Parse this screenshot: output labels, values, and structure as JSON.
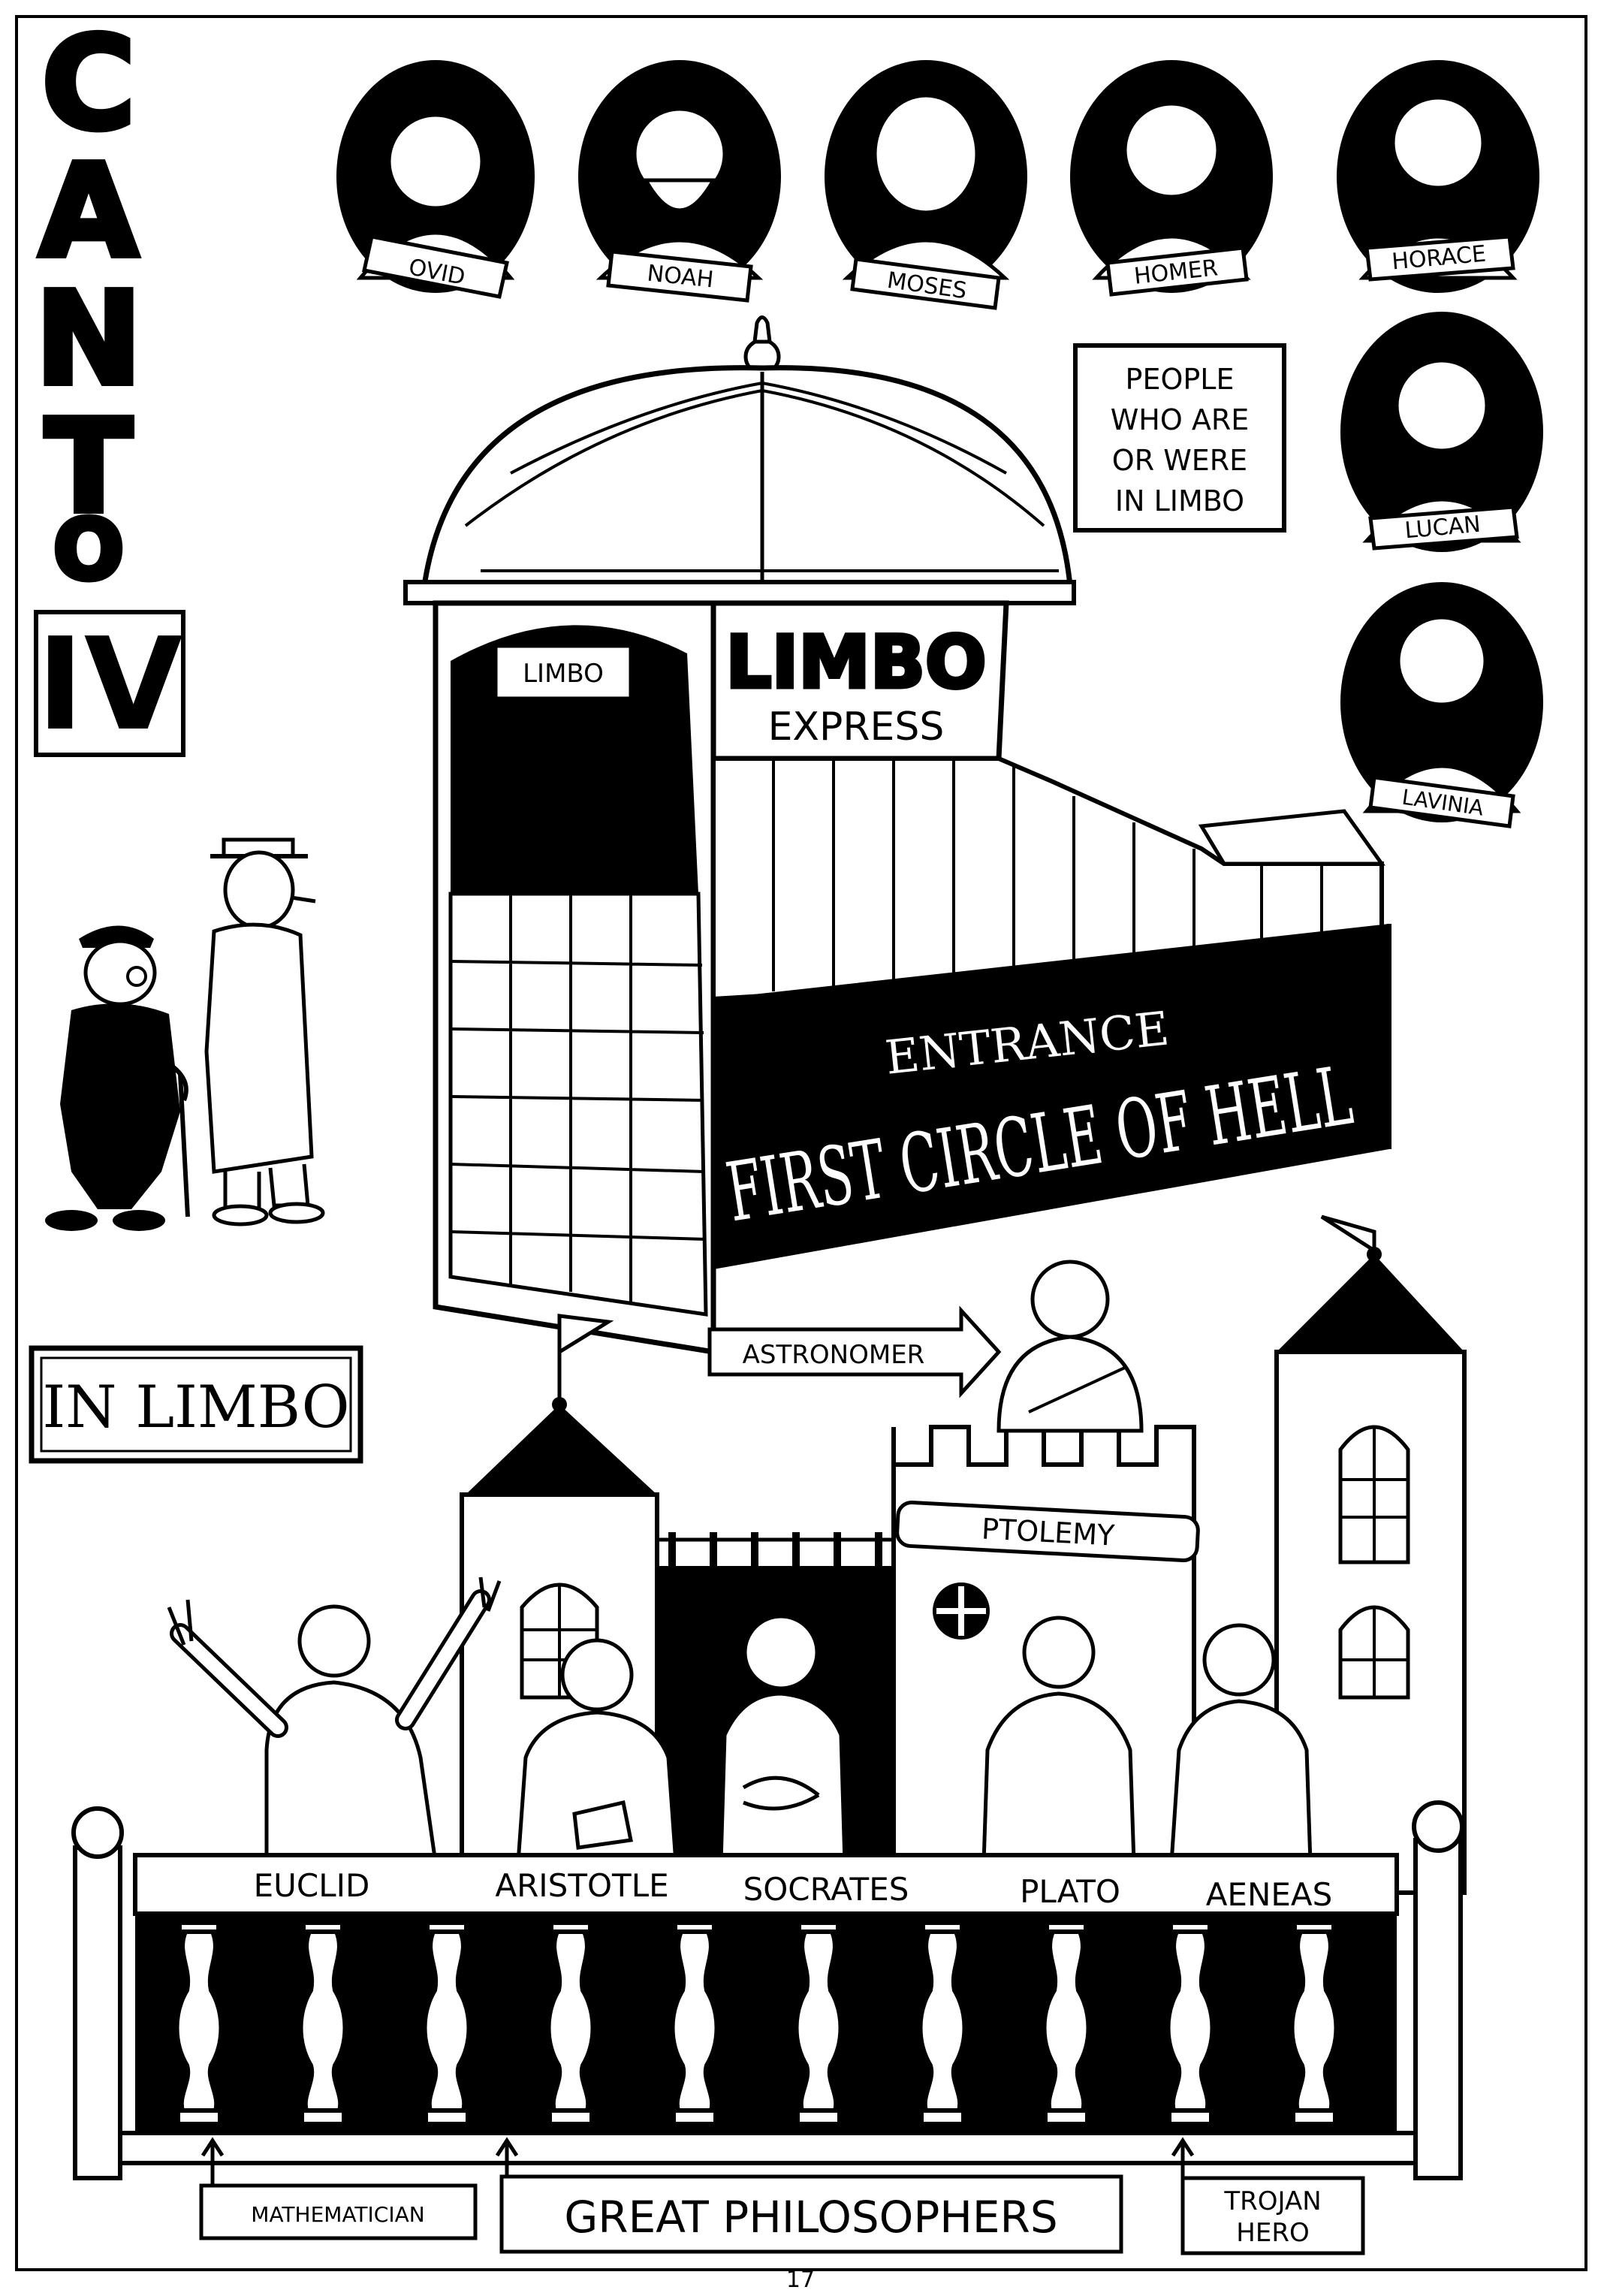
{
  "canto": {
    "word": "CANTO",
    "letters": [
      "C",
      "A",
      "N",
      "T",
      "O"
    ],
    "numeral": "IV"
  },
  "portraits": [
    {
      "name": "OVID"
    },
    {
      "name": "NOAH"
    },
    {
      "name": "MOSES"
    },
    {
      "name": "HOMER"
    },
    {
      "name": "HORACE"
    },
    {
      "name": "LUCAN"
    },
    {
      "name": "LAVINIA"
    }
  ],
  "caption_box": [
    "PEOPLE",
    "WHO ARE",
    "OR WERE",
    "IN LIMBO"
  ],
  "station": {
    "arch_sign": "LIMBO",
    "title": "LIMBO",
    "subtitle": "EXPRESS",
    "entrance": "ENTRANCE",
    "banner": "FIRST CIRCLE OF HELL"
  },
  "in_limbo_sign": "IN LIMBO",
  "astronomer_arrow": "ASTRONOMER",
  "ptolemy_label": "PTOLEMY",
  "philosophers": [
    "EUCLID",
    "ARISTOTLE",
    "SOCRATES",
    "PLATO",
    "AENEAS"
  ],
  "bottom_labels": {
    "mathematician": "MATHEMATICIAN",
    "great_philosophers": "GREAT PHILOSOPHERS",
    "trojan_hero": [
      "TROJAN",
      "HERO"
    ]
  },
  "page_number": "17"
}
